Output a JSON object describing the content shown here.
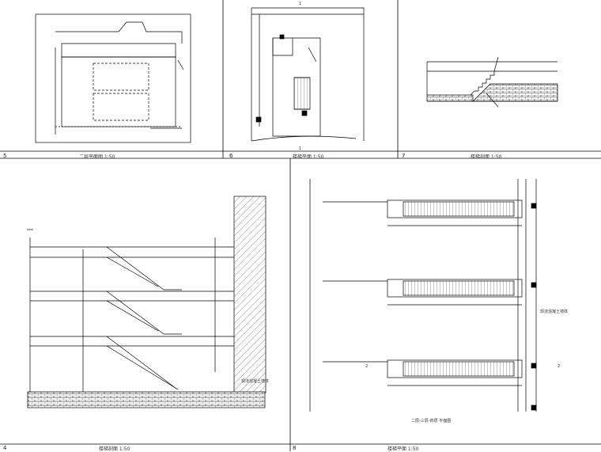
{
  "sheet": {
    "panels": [
      {
        "number": "5",
        "title": "二层平面图 1:50"
      },
      {
        "number": "6",
        "title": "楼梯平面 1:50"
      },
      {
        "number": "7",
        "title": "楼梯剖面 1:50"
      },
      {
        "number": "4",
        "title": "楼梯剖面 1:50"
      },
      {
        "number": "8",
        "title": "楼梯平面 1:50"
      }
    ],
    "plan_label": "二层-三层-四层 平面图",
    "wall_note": "现浇混凝土墙体",
    "section_marks": [
      "1",
      "1",
      "2",
      "2"
    ]
  },
  "colors": {
    "line": "#000000",
    "hatch": "#555555",
    "text": "#333333"
  }
}
